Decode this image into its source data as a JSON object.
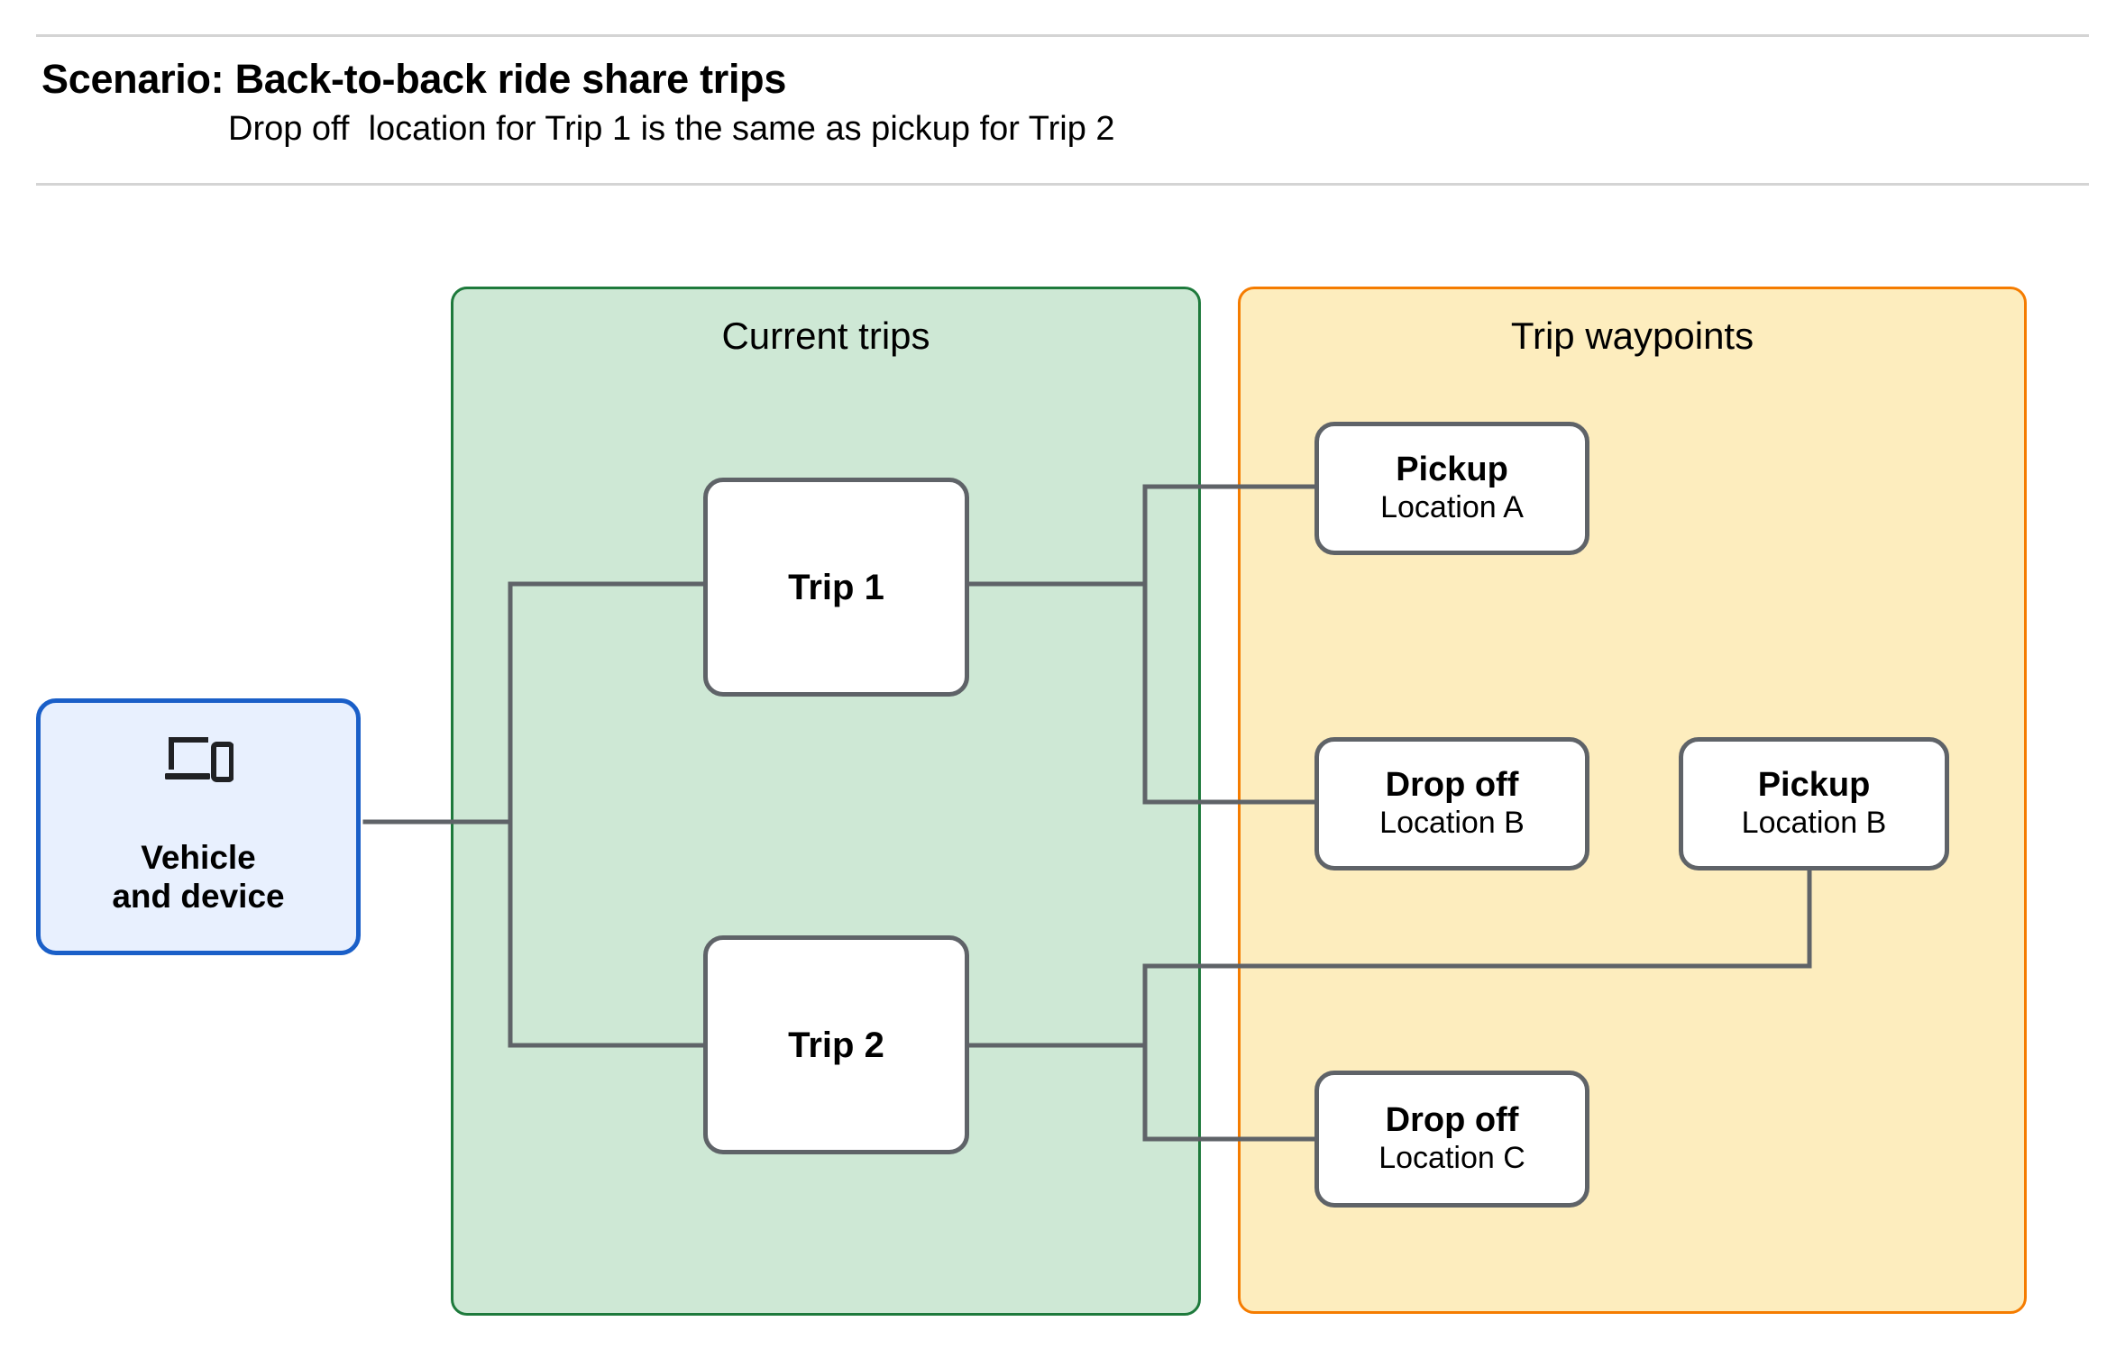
{
  "header": {
    "title": "Scenario: Back-to-back ride share trips",
    "subtitle": "Drop off  location for Trip 1 is the same as pickup for Trip 2"
  },
  "groups": {
    "current_trips": {
      "title": "Current trips",
      "fill": "#cee8d5",
      "border": "#1e7a3c"
    },
    "trip_waypoints": {
      "title": "Trip waypoints",
      "fill": "#fdedbe",
      "border": "#f57c00"
    }
  },
  "vehicle": {
    "label": "Vehicle\nand device",
    "icon": "laptop-and-phone-icon",
    "fill": "#e8f0fe",
    "border": "#1a5fc8"
  },
  "trips": [
    {
      "label": "Trip 1"
    },
    {
      "label": "Trip 2"
    }
  ],
  "waypoints": [
    {
      "type": "Pickup",
      "location": "Location A"
    },
    {
      "type": "Drop off",
      "location": "Location B"
    },
    {
      "type": "Pickup",
      "location": "Location B"
    },
    {
      "type": "Drop off",
      "location": "Location C"
    }
  ],
  "colors": {
    "connector": "#5f6368",
    "node_border": "#5f6368",
    "node_fill": "#ffffff",
    "rule": "#d4d4d4",
    "text": "#000000"
  }
}
